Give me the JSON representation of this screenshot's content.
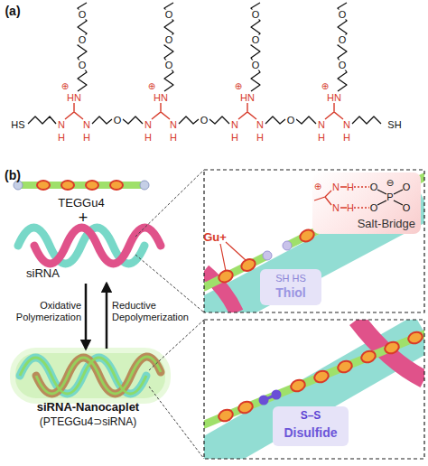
{
  "diagram": {
    "nodes": [
      {
        "text": [
          "TEGGu4"
        ]
      },
      {
        "text": [
          "siRNA"
        ]
      },
      {
        "text": [
          "siRNA-Nanocaplet",
          "(PTEGGu4⊃siRNA)"
        ]
      },
      {
        "text": [
          "Salt-Bridge"
        ]
      },
      {
        "text": [
          "SH HS",
          "Thiol"
        ]
      },
      {
        "text": [
          "S–S",
          "Disulfide"
        ]
      }
    ],
    "edges": [
      {
        "from": 1,
        "to": 2,
        "arrow": "to",
        "label": "Oxidative Polymerization"
      },
      {
        "from": 2,
        "to": 1,
        "arrow": "to",
        "label": "Reductive Depolymerization"
      }
    ],
    "labels": [
      "(a)",
      "HS",
      "SH",
      "⊕",
      "HN",
      "N",
      "N",
      "H",
      "H",
      "O",
      "O",
      "O",
      "⊕",
      "HN",
      "N",
      "N",
      "H",
      "H",
      "O",
      "O",
      "O",
      "⊕",
      "HN",
      "N",
      "N",
      "H",
      "H",
      "O",
      "O",
      "O",
      "⊕",
      "HN",
      "N",
      "N",
      "H",
      "H",
      "O",
      "O",
      "O",
      "O",
      "O",
      "O",
      "(b)",
      "+",
      "Gu+",
      "⊕",
      "N",
      "H",
      "N",
      "H",
      "O",
      "O",
      "P",
      "O",
      "O",
      "⊖"
    ]
  }
}
